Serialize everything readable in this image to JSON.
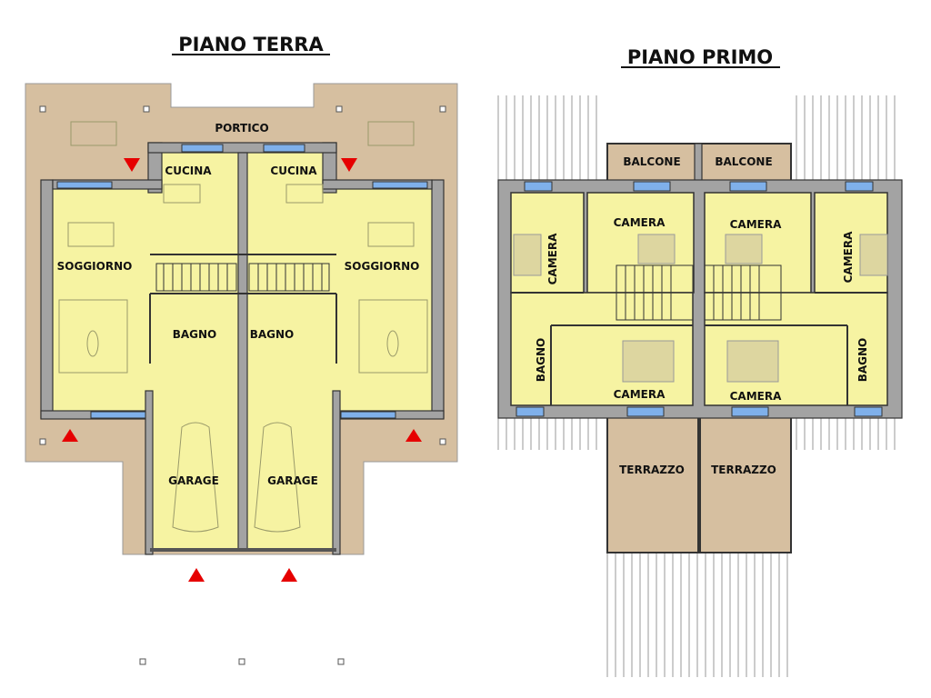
{
  "colors": {
    "terrace": "#d6bfa0",
    "interior": "#f6f3a2",
    "wall": "#a3a3a3",
    "window": "#7fb0ea",
    "entrance_arrow": "#e60000"
  },
  "ground_floor": {
    "title": "PIANO TERRA",
    "rooms": {
      "portico": "PORTICO",
      "cucina_left": "CUCINA",
      "cucina_right": "CUCINA",
      "soggiorno_left": "SOGGIORNO",
      "soggiorno_right": "SOGGIORNO",
      "bagno_left": "BAGNO",
      "bagno_right": "BAGNO",
      "garage_left": "GARAGE",
      "garage_right": "GARAGE"
    }
  },
  "first_floor": {
    "title": "PIANO PRIMO",
    "rooms": {
      "balcone_left": "BALCONE",
      "balcone_right": "BALCONE",
      "camera_1": "CAMERA",
      "camera_2": "CAMERA",
      "camera_3": "CAMERA",
      "camera_4": "CAMERA",
      "camera_5": "CAMERA",
      "camera_6": "CAMERA",
      "bagno_left": "BAGNO",
      "bagno_right": "BAGNO",
      "terrazzo_left": "TERRAZZO",
      "terrazzo_right": "TERRAZZO"
    }
  }
}
